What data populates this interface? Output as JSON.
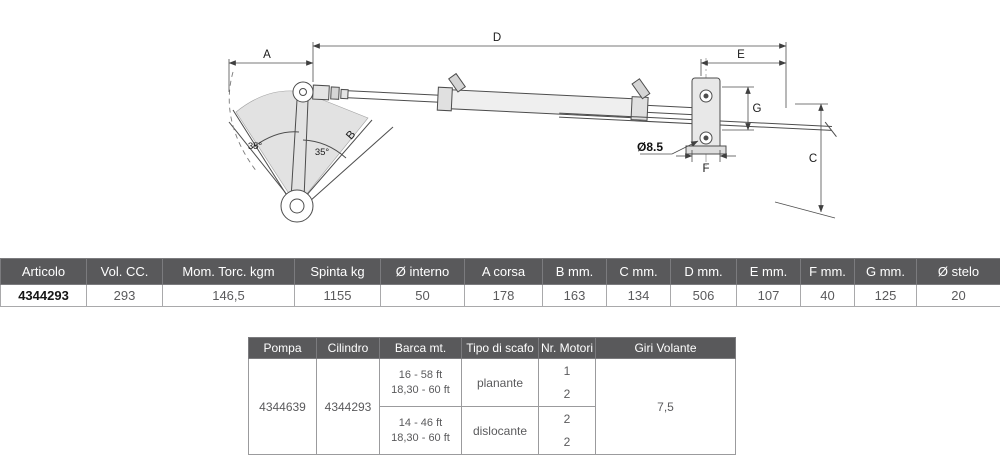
{
  "drawing": {
    "labels": {
      "a": "A",
      "b": "B",
      "c": "C",
      "d": "D",
      "e": "E",
      "f": "F",
      "g": "G",
      "angle_left": "35°",
      "angle_right": "35°",
      "hole_diameter": "Ø8.5"
    }
  },
  "spec_table": {
    "headers": [
      "Articolo",
      "Vol. CC.",
      "Mom. Torc. kgm",
      "Spinta kg",
      "Ø interno",
      "A corsa",
      "B mm.",
      "C mm.",
      "D mm.",
      "E mm.",
      "F mm.",
      "G mm.",
      "Ø stelo"
    ],
    "row": [
      "4344293",
      "293",
      "146,5",
      "1155",
      "50",
      "178",
      "163",
      "134",
      "506",
      "107",
      "40",
      "125",
      "20"
    ]
  },
  "application_table": {
    "headers": [
      "Pompa",
      "Cilindro",
      "Barca mt.",
      "Tipo di scafo",
      "Nr. Motori",
      "Giri Volante"
    ],
    "pompa": "4344639",
    "cilindro": "4344293",
    "giri_volante": "7,5",
    "rows": [
      {
        "boat_range_line1": "16 - 58 ft",
        "boat_range_line2": "18,30 - 60 ft",
        "hull_type": "planante",
        "motori": [
          "1",
          "2"
        ]
      },
      {
        "boat_range_line1": "14 - 46 ft",
        "boat_range_line2": "18,30 - 60 ft",
        "hull_type": "dislocante",
        "motori": [
          "2",
          "2"
        ]
      }
    ]
  }
}
